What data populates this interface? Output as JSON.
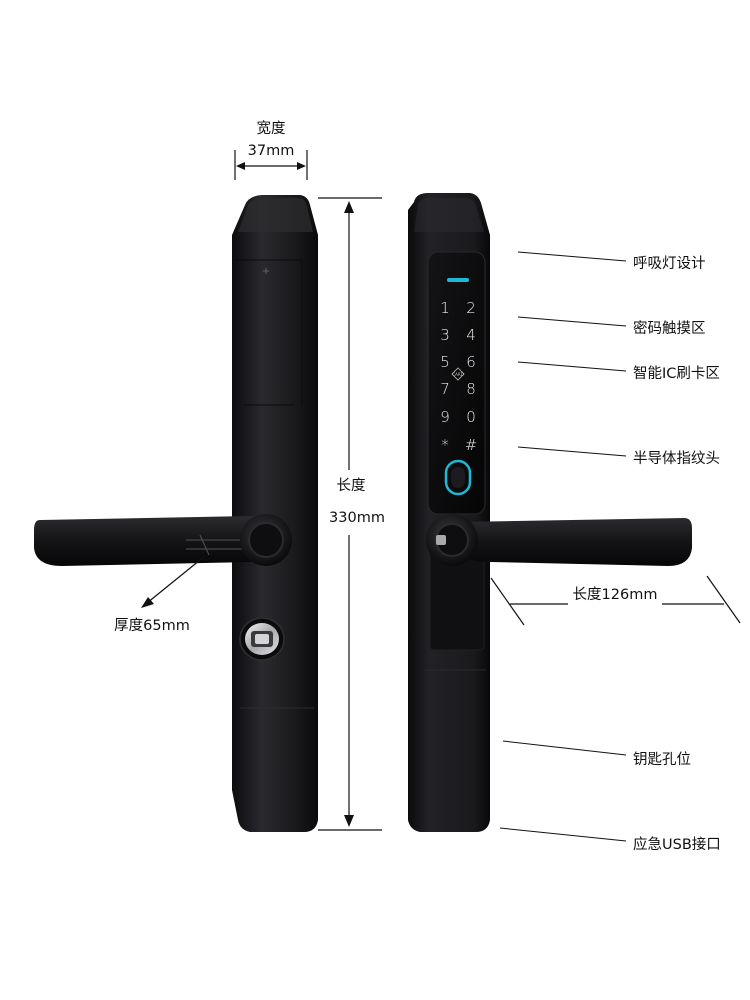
{
  "dimensions": {
    "width_label": "宽度",
    "width_value": "37mm",
    "length_label": "长度",
    "length_value": "330mm",
    "thickness": "厚度65mm",
    "handle_length": "长度126mm"
  },
  "keypad": {
    "keys": [
      "1",
      "2",
      "3",
      "4",
      "5",
      "6",
      "7",
      "8",
      "9",
      "0",
      "*",
      "#"
    ],
    "card_text": "CARD"
  },
  "callouts": [
    "呼吸灯设计",
    "密码触摸区",
    "智能IC刷卡区",
    "半导体指纹头",
    "钥匙孔位",
    "应急USB接口"
  ],
  "colors": {
    "body": "#1a1a1c",
    "breathing_light": "#1fb7d6",
    "fingerprint_ring": "#1fb7d6"
  }
}
